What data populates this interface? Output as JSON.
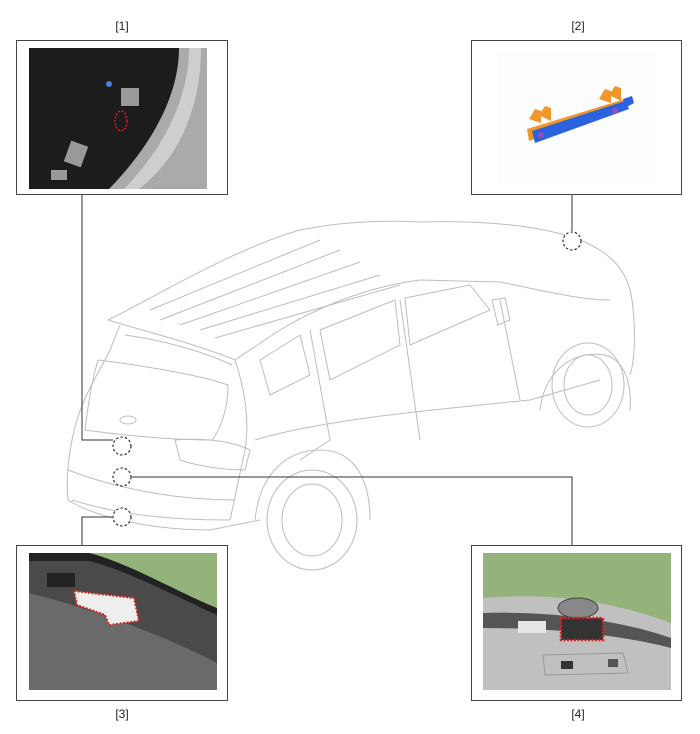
{
  "figure": {
    "callouts": [
      {
        "label": "[1]",
        "description_hidden": false
      },
      {
        "label": "[2]"
      },
      {
        "label": "[3]"
      },
      {
        "label": "[4]"
      }
    ]
  },
  "colors": {
    "frame": "#444444",
    "leader_line": "#333333",
    "car_outline": "#bdbdbd",
    "highlight": "#d42020",
    "photo_background_green": "#94b37a",
    "part_orange": "#f0962a",
    "part_blue": "#2a62e0"
  }
}
